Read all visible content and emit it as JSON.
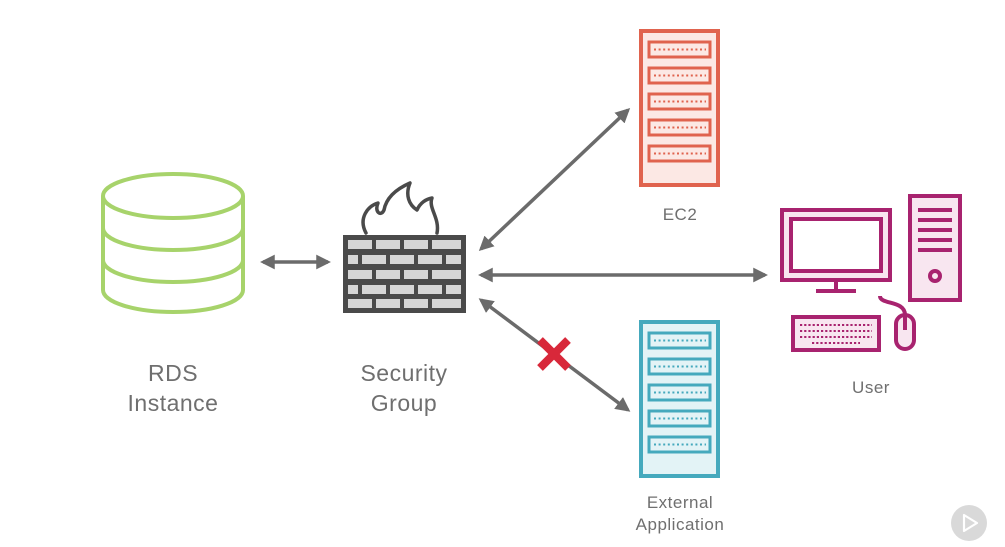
{
  "nodes": {
    "rds": {
      "line1": "RDS",
      "line2": "Instance"
    },
    "security_group": {
      "line1": "Security",
      "line2": "Group"
    },
    "ec2": {
      "label": "EC2"
    },
    "user": {
      "label": "User"
    },
    "external_app": {
      "line1": "External",
      "line2": "Application"
    }
  },
  "connections": [
    {
      "from": "rds",
      "to": "security_group",
      "status": "allowed"
    },
    {
      "from": "security_group",
      "to": "ec2",
      "status": "allowed"
    },
    {
      "from": "security_group",
      "to": "user",
      "status": "allowed"
    },
    {
      "from": "security_group",
      "to": "external_app",
      "status": "blocked"
    }
  ],
  "icons": {
    "rds": "database-icon",
    "security_group": "firewall-icon",
    "ec2": "server-rack-icon",
    "external_app": "server-rack-icon",
    "user": "desktop-computer-icon",
    "blocked": "x-mark-icon",
    "player": "play-icon"
  },
  "colors": {
    "rds": "#a7d36b",
    "firewall": "#4a4a4a",
    "ec2": "#e0634e",
    "external_app": "#45a9bd",
    "user": "#a8236f",
    "blocked": "#d8283a",
    "arrow": "#6b6b6b",
    "label": "#6f6f6f"
  }
}
